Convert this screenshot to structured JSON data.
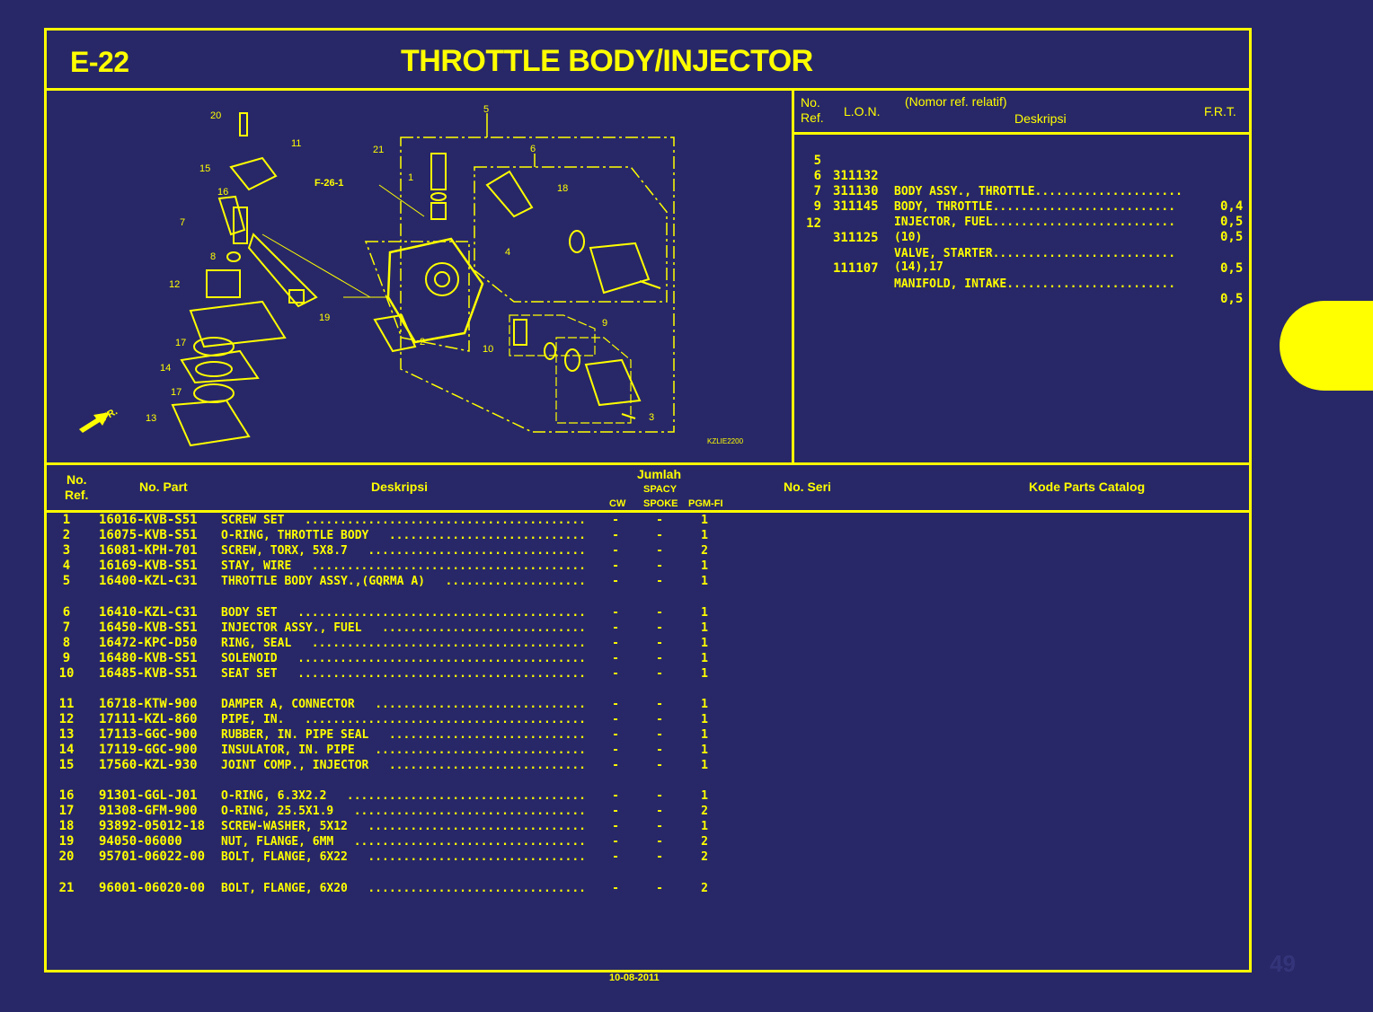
{
  "header": {
    "section_code": "E-22",
    "title": "THROTTLE BODY/INJECTOR"
  },
  "diagram": {
    "drawing_code": "KZLIE2200",
    "reference_link": "F-26-1",
    "front_indicator": "FR.",
    "callouts": [
      "1",
      "2",
      "3",
      "4",
      "5",
      "6",
      "7",
      "8",
      "9",
      "10",
      "11",
      "12",
      "13",
      "14",
      "15",
      "16",
      "17",
      "17",
      "18",
      "19",
      "20",
      "21"
    ]
  },
  "frt_table": {
    "headers": {
      "no_ref": "No.",
      "no_ref2": "Ref.",
      "lon": "L.O.N.",
      "note": "(Nomor ref. relatif)",
      "desc": "Deskripsi",
      "frt": "F.R.T."
    },
    "rows": [
      {
        "ref": "5",
        "lon": "311132",
        "desc": "BODY ASSY., THROTTLE.....................",
        "frt": "0,4"
      },
      {
        "ref": "6",
        "lon": "311130",
        "desc": "BODY, THROTTLE..........................",
        "frt": "0,5"
      },
      {
        "ref": "7",
        "lon": "311145",
        "desc": "INJECTOR, FUEL..........................",
        "frt": "0,5"
      },
      {
        "ref": "9",
        "lon": "",
        "desc": "(10)",
        "frt": ""
      },
      {
        "ref": "",
        "lon": "311125",
        "desc": "VALVE, STARTER..........................",
        "frt": "0,5"
      },
      {
        "ref": "12",
        "lon": "",
        "desc": "(14),17",
        "frt": ""
      },
      {
        "ref": "",
        "lon": "111107",
        "desc": "MANIFOLD, INTAKE........................",
        "frt": "0,5"
      }
    ]
  },
  "parts_table": {
    "headers": {
      "no_ref": "No.",
      "no_ref2": "Ref.",
      "part_no": "No. Part",
      "desc": "Deskripsi",
      "qty": "Jumlah",
      "qty_sub": "SPACY",
      "cw": "CW",
      "spoke": "SPOKE",
      "pgmfi": "PGM-FI",
      "serial": "No. Seri",
      "catalog": "Kode Parts Catalog"
    },
    "rows": [
      {
        "ref": "1",
        "part": "16016-KVB-S51",
        "desc": "SCREW SET",
        "cw": "-",
        "spoke": "-",
        "pgmfi": "1"
      },
      {
        "ref": "2",
        "part": "16075-KVB-S51",
        "desc": "O-RING, THROTTLE BODY",
        "cw": "-",
        "spoke": "-",
        "pgmfi": "1"
      },
      {
        "ref": "3",
        "part": "16081-KPH-701",
        "desc": "SCREW, TORX, 5X8.7",
        "cw": "-",
        "spoke": "-",
        "pgmfi": "2"
      },
      {
        "ref": "4",
        "part": "16169-KVB-S51",
        "desc": "STAY, WIRE",
        "cw": "-",
        "spoke": "-",
        "pgmfi": "1"
      },
      {
        "ref": "5",
        "part": "16400-KZL-C31",
        "desc": "THROTTLE BODY ASSY.,(GQRMA A)",
        "cw": "-",
        "spoke": "-",
        "pgmfi": "1"
      },
      {
        "ref": "6",
        "part": "16410-KZL-C31",
        "desc": "BODY SET",
        "cw": "-",
        "spoke": "-",
        "pgmfi": "1"
      },
      {
        "ref": "7",
        "part": "16450-KVB-S51",
        "desc": "INJECTOR ASSY., FUEL",
        "cw": "-",
        "spoke": "-",
        "pgmfi": "1"
      },
      {
        "ref": "8",
        "part": "16472-KPC-D50",
        "desc": "RING, SEAL",
        "cw": "-",
        "spoke": "-",
        "pgmfi": "1"
      },
      {
        "ref": "9",
        "part": "16480-KVB-S51",
        "desc": "SOLENOID",
        "cw": "-",
        "spoke": "-",
        "pgmfi": "1"
      },
      {
        "ref": "10",
        "part": "16485-KVB-S51",
        "desc": "SEAT SET",
        "cw": "-",
        "spoke": "-",
        "pgmfi": "1"
      },
      {
        "ref": "11",
        "part": "16718-KTW-900",
        "desc": "DAMPER A, CONNECTOR",
        "cw": "-",
        "spoke": "-",
        "pgmfi": "1"
      },
      {
        "ref": "12",
        "part": "17111-KZL-860",
        "desc": "PIPE, IN.",
        "cw": "-",
        "spoke": "-",
        "pgmfi": "1"
      },
      {
        "ref": "13",
        "part": "17113-GGC-900",
        "desc": "RUBBER, IN. PIPE SEAL",
        "cw": "-",
        "spoke": "-",
        "pgmfi": "1"
      },
      {
        "ref": "14",
        "part": "17119-GGC-900",
        "desc": "INSULATOR, IN. PIPE",
        "cw": "-",
        "spoke": "-",
        "pgmfi": "1"
      },
      {
        "ref": "15",
        "part": "17560-KZL-930",
        "desc": "JOINT COMP., INJECTOR",
        "cw": "-",
        "spoke": "-",
        "pgmfi": "1"
      },
      {
        "ref": "16",
        "part": "91301-GGL-J01",
        "desc": "O-RING, 6.3X2.2",
        "cw": "-",
        "spoke": "-",
        "pgmfi": "1"
      },
      {
        "ref": "17",
        "part": "91308-GFM-900",
        "desc": "O-RING, 25.5X1.9",
        "cw": "-",
        "spoke": "-",
        "pgmfi": "2"
      },
      {
        "ref": "18",
        "part": "93892-05012-18",
        "desc": "SCREW-WASHER, 5X12",
        "cw": "-",
        "spoke": "-",
        "pgmfi": "1"
      },
      {
        "ref": "19",
        "part": "94050-06000",
        "desc": "NUT, FLANGE, 6MM",
        "cw": "-",
        "spoke": "-",
        "pgmfi": "2"
      },
      {
        "ref": "20",
        "part": "95701-06022-00",
        "desc": "BOLT, FLANGE, 6X22",
        "cw": "-",
        "spoke": "-",
        "pgmfi": "2"
      },
      {
        "ref": "21",
        "part": "96001-06020-00",
        "desc": "BOLT, FLANGE, 6X20",
        "cw": "-",
        "spoke": "-",
        "pgmfi": "2"
      }
    ]
  },
  "footer": {
    "page_number": "49",
    "date": "10-08-2011"
  },
  "colors": {
    "background": "#282868",
    "accent": "#ffff00"
  }
}
